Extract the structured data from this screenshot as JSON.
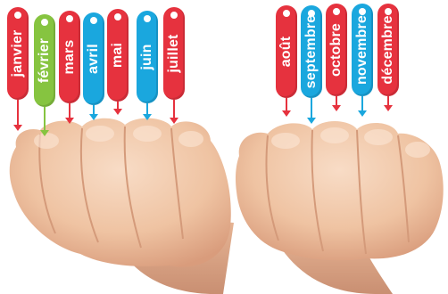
{
  "months": [
    {
      "label": "janvier",
      "color": "#e6323e",
      "knuckle": true
    },
    {
      "label": "février",
      "color": "#86c440",
      "knuckle": false
    },
    {
      "label": "mars",
      "color": "#e6323e",
      "knuckle": true
    },
    {
      "label": "avril",
      "color": "#1aa7de",
      "knuckle": false
    },
    {
      "label": "mai",
      "color": "#e6323e",
      "knuckle": true
    },
    {
      "label": "juin",
      "color": "#1aa7de",
      "knuckle": false
    },
    {
      "label": "juillet",
      "color": "#e6323e",
      "knuckle": true
    },
    {
      "label": "août",
      "color": "#e6323e",
      "knuckle": true
    },
    {
      "label": "septembre",
      "color": "#1aa7de",
      "knuckle": false
    },
    {
      "label": "octobre",
      "color": "#e6323e",
      "knuckle": true
    },
    {
      "label": "novembre",
      "color": "#1aa7de",
      "knuckle": false
    },
    {
      "label": "décembre",
      "color": "#e6323e",
      "knuckle": true
    }
  ],
  "colors": {
    "long_month": "#e6323e",
    "short_month": "#1aa7de",
    "february": "#86c440",
    "skin": "#efc7a8"
  }
}
